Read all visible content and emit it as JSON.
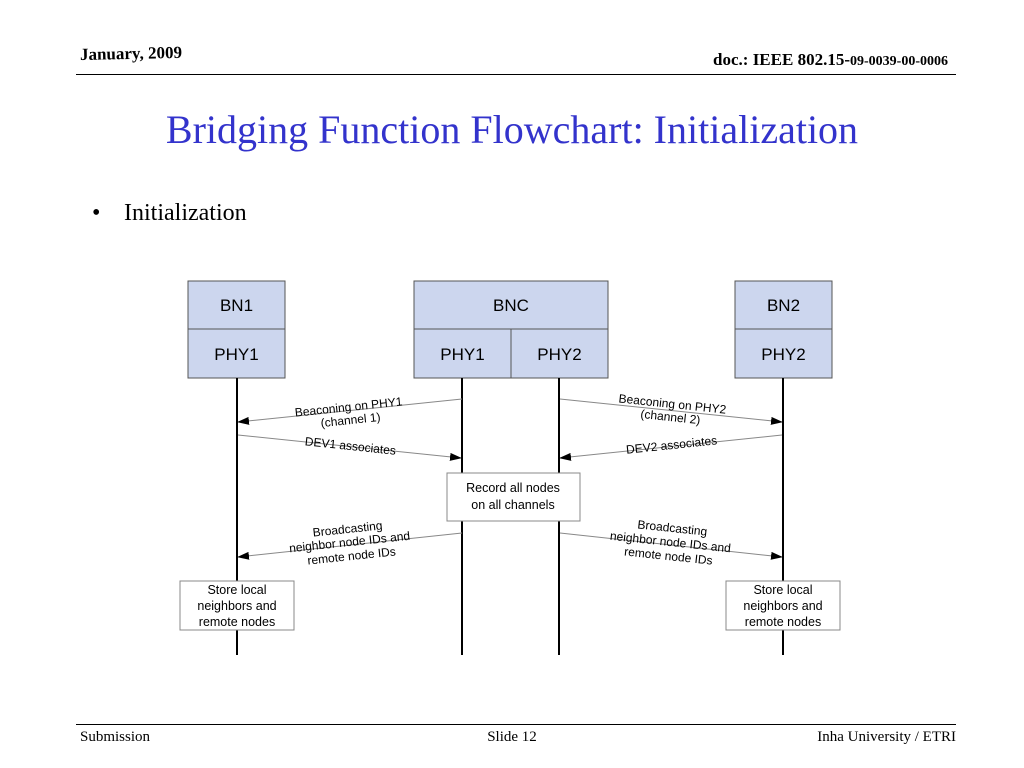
{
  "header": {
    "date": "January, 2009",
    "doc_prefix": "doc.: IEEE 802.15-",
    "doc_number": "09-0039-00-0006"
  },
  "title": "Bridging Function Flowchart: Initialization",
  "bullet": {
    "symbol": "•",
    "text": "Initialization"
  },
  "diagram": {
    "entities": {
      "bn1": {
        "top": "BN1",
        "bottom": "PHY1"
      },
      "bnc": {
        "top": "BNC",
        "bottom_left": "PHY1",
        "bottom_right": "PHY2"
      },
      "bn2": {
        "top": "BN2",
        "bottom": "PHY2"
      }
    },
    "messages": {
      "beacon_phy1": [
        "Beaconing on PHY1",
        "(channel 1)"
      ],
      "beacon_phy2": [
        "Beaconing on PHY2",
        "(channel 2)"
      ],
      "dev1_assoc": "DEV1 associates",
      "dev2_assoc": "DEV2 associates",
      "broadcast_left": [
        "Broadcasting",
        "neighbor node IDs and",
        "remote node IDs"
      ],
      "broadcast_right": [
        "Broadcasting",
        "neighbor node IDs and",
        "remote node IDs"
      ]
    },
    "boxes": {
      "record": [
        "Record all nodes",
        "on all channels"
      ],
      "store_left": [
        "Store local",
        "neighbors and",
        "remote nodes"
      ],
      "store_right": [
        "Store local",
        "neighbors and",
        "remote nodes"
      ]
    },
    "colors": {
      "entity_fill": "#ccd6ee",
      "entity_stroke": "#555555",
      "line": "#000000",
      "arrow_line": "#888888"
    }
  },
  "footer": {
    "left": "Submission",
    "center": "Slide 12",
    "right": "Inha University / ETRI"
  }
}
